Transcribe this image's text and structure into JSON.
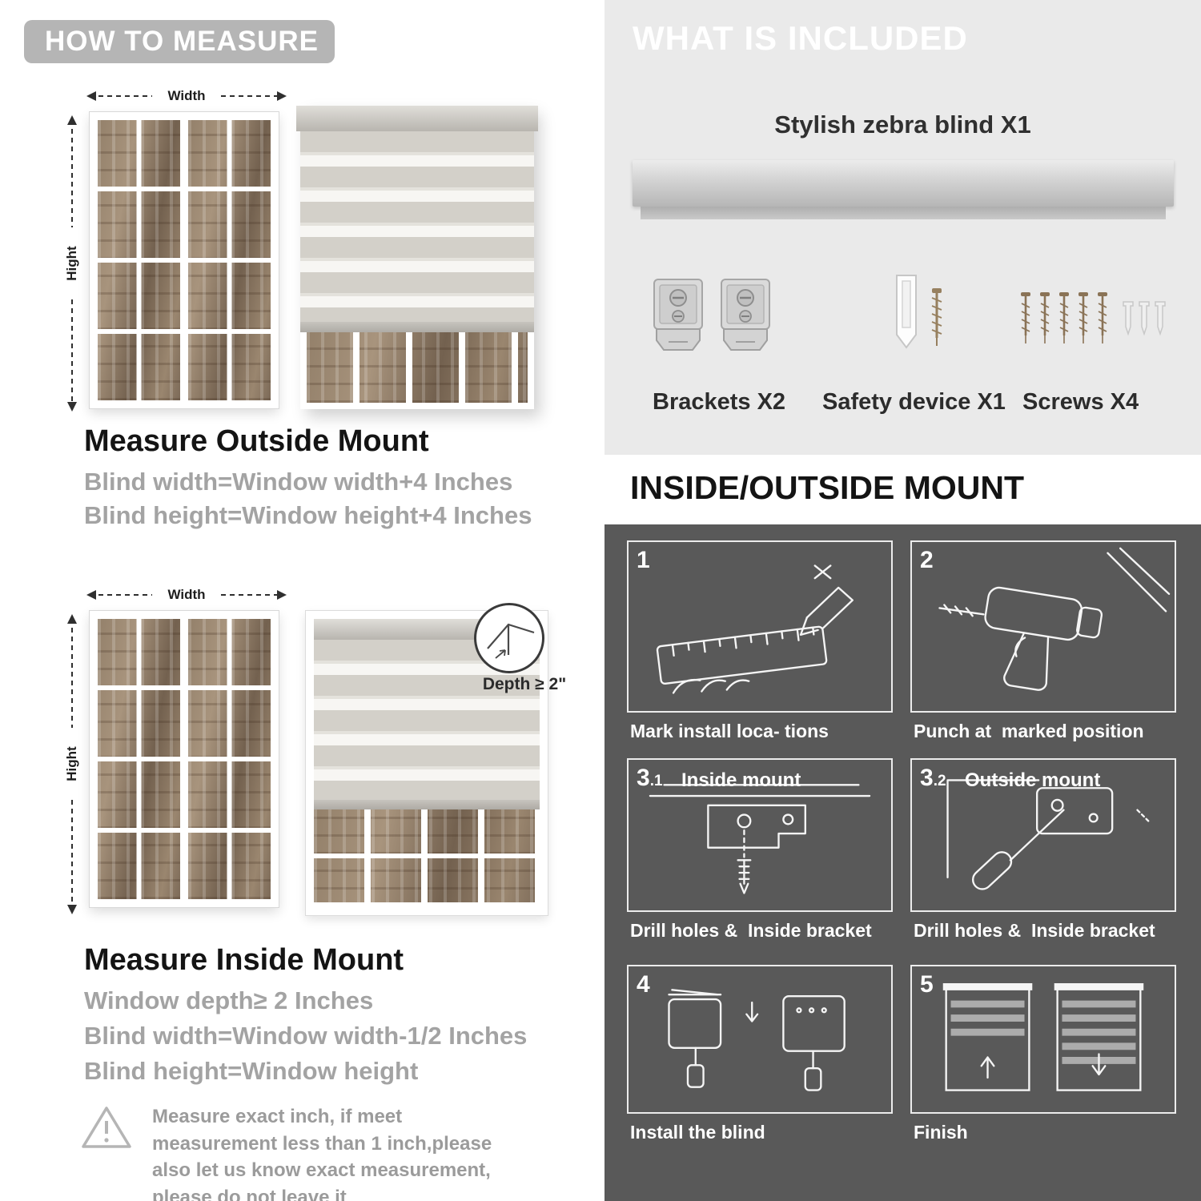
{
  "colors": {
    "badge": "#b5b5b5",
    "panel_light": "#eaeaea",
    "panel_dark": "#595959",
    "muted_text": "#a3a3a3"
  },
  "left": {
    "header": "HOW TO MEASURE",
    "outside": {
      "width_label": "Width",
      "height_label": "Hight",
      "title": "Measure Outside Mount",
      "lines": [
        "Blind width=Window width+4 Inches",
        "Blind height=Window height+4 Inches"
      ]
    },
    "inside": {
      "width_label": "Width",
      "height_label": "Hight",
      "depth_badge": "Depth ≥ 2\"",
      "title": "Measure Inside Mount",
      "lines": [
        "Window depth≥ 2 Inches",
        "Blind width=Window width-1/2 Inches",
        "Blind height=Window height"
      ]
    },
    "note": "Measure exact inch, if meet measurement less than 1 inch,please also let us know exact measurement, please do not leave it"
  },
  "included": {
    "header": "WHAT IS INCLUDED",
    "blind_label": "Stylish zebra blind X1",
    "items": [
      {
        "name": "brackets",
        "label": "Brackets X2"
      },
      {
        "name": "safety-device",
        "label": "Safety device X1"
      },
      {
        "name": "screws",
        "label": "Screws X4"
      }
    ]
  },
  "mount": {
    "header": "INSIDE/OUTSIDE MOUNT",
    "steps": [
      {
        "num": "1",
        "sub": "",
        "label": "",
        "caption": "Mark install loca- tions"
      },
      {
        "num": "2",
        "sub": "",
        "label": "",
        "caption": "Punch at  marked position"
      },
      {
        "num": "3",
        "sub": ".1",
        "label": "Inside mount",
        "caption": "Drill holes &  Inside bracket"
      },
      {
        "num": "3",
        "sub": ".2",
        "label": "Outside mount",
        "caption": "Drill holes &  Inside bracket"
      },
      {
        "num": "4",
        "sub": "",
        "label": "",
        "caption": "Install the blind"
      },
      {
        "num": "5",
        "sub": "",
        "label": "",
        "caption": "Finish"
      }
    ]
  }
}
